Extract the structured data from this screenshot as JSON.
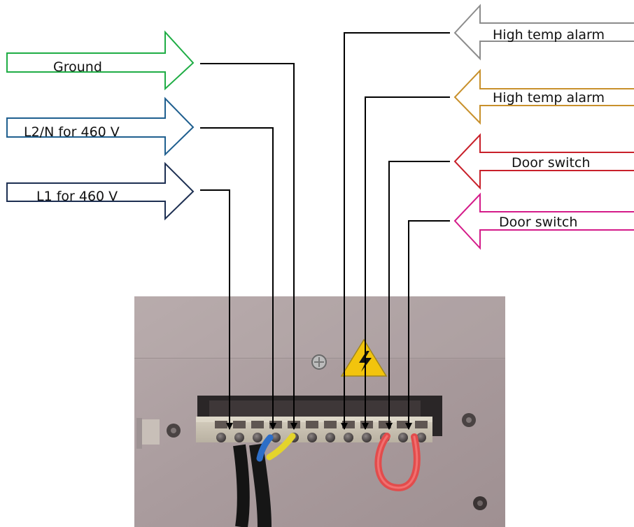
{
  "labels": {
    "ground": "Ground",
    "l2n": "L2/N for 460 V",
    "l1": "L1 for 460 V",
    "high_temp_alarm_1": "High temp alarm",
    "high_temp_alarm_2": "High temp alarm",
    "door_switch_1": "Door switch",
    "door_switch_2": "Door switch"
  },
  "colors": {
    "ground": "#1fad45",
    "l2n": "#1f5f8f",
    "l1": "#1d2f52",
    "high_temp_alarm_1": "#8c8c8c",
    "high_temp_alarm_2": "#c8902b",
    "door_switch_1": "#c8202a",
    "door_switch_2": "#d41b89",
    "leader": "#000000"
  }
}
